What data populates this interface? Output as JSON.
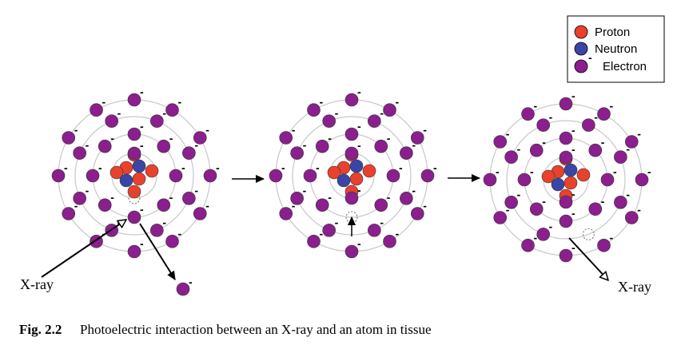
{
  "legend": {
    "items": [
      {
        "label": "Proton",
        "color": "#e8412c"
      },
      {
        "label": "Neutron",
        "color": "#3a45a6"
      },
      {
        "label": "Electron",
        "color": "#8b1f8d"
      }
    ],
    "electron_charge": "-"
  },
  "labels": {
    "xray_in": "X-ray",
    "xray_out": "X-ray"
  },
  "caption": {
    "fig_label": "Fig. 2.2",
    "text": "Photoelectric interaction between an X-ray and an atom in tissue"
  },
  "colors": {
    "proton": "#e8412c",
    "neutron": "#3a45a6",
    "electron": "#8b1f8d",
    "orbit": "#c8c8c8"
  }
}
